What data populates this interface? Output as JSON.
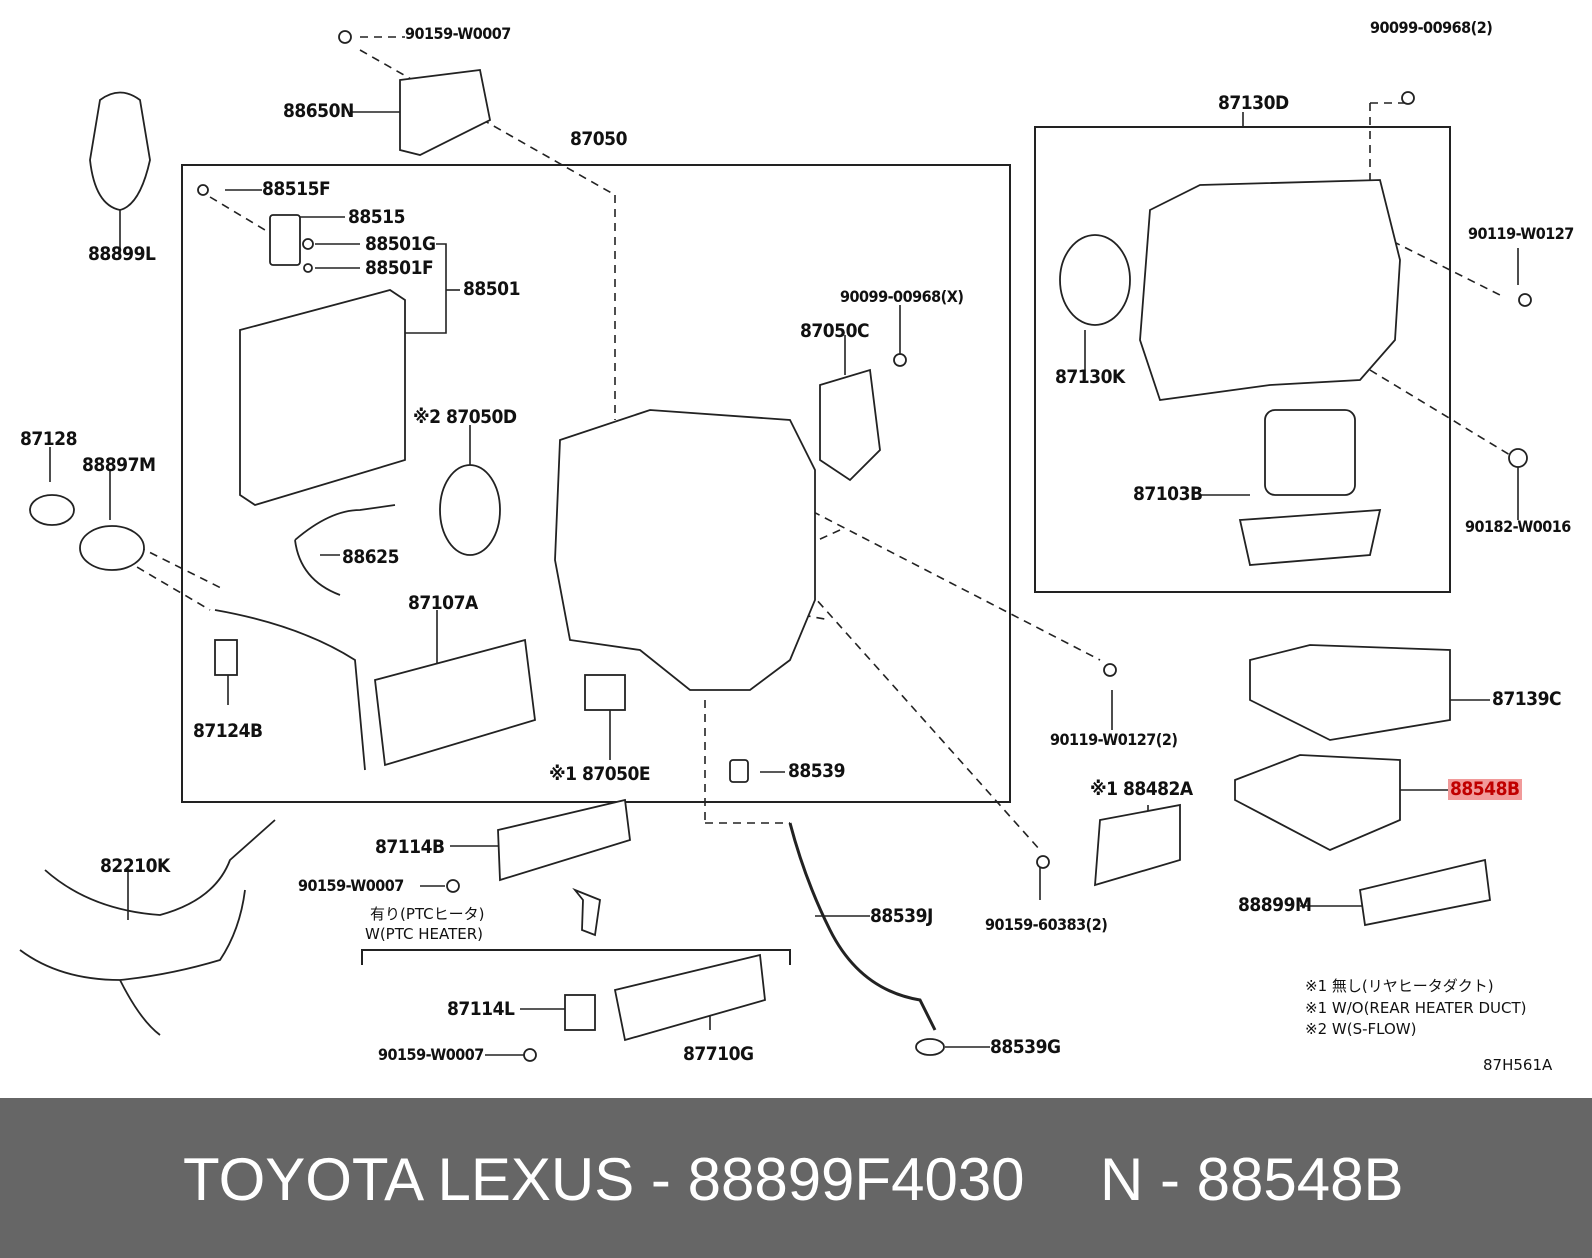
{
  "diagram": {
    "labels": {
      "p90159_w0007_top": "90159-W0007",
      "p90099_00968_2": "90099-00968(2)",
      "p88650N": "88650N",
      "p87050": "87050",
      "p87130D": "87130D",
      "p88899L": "88899L",
      "p88515F": "88515F",
      "p88515": "88515",
      "p88501G": "88501G",
      "p88501F": "88501F",
      "p88501": "88501",
      "p90119_w0127": "90119-W0127",
      "p90099_00968_x": "90099-00968(X)",
      "p87050C": "87050C",
      "p87130K": "87130K",
      "p87128": "87128",
      "p88897M": "88897M",
      "p87050D": "※2 87050D",
      "p87103B": "87103B",
      "p90182_w0016": "90182-W0016",
      "p88625": "88625",
      "p87107A": "87107A",
      "p87139C": "87139C",
      "p87124B": "87124B",
      "p90119_w0127_2": "90119-W0127(2)",
      "p87050E": "※1 87050E",
      "p88539": "88539",
      "p88482A": "※1 88482A",
      "p88548B": "88548B",
      "p87114B": "87114B",
      "p82210K": "82210K",
      "p90159_w0007_mid": "90159-W0007",
      "p88539J": "88539J",
      "p90159_60383_2": "90159-60383(2)",
      "p88899M": "88899M",
      "p87114L": "87114L",
      "p90159_w0007_bot": "90159-W0007",
      "p87710G": "87710G",
      "p88539G": "88539G",
      "drawing_code": "87H561A"
    },
    "ptc_note": {
      "jp": "有り(PTCヒータ)",
      "en": "W(PTC HEATER)"
    },
    "legend": {
      "line1": "※1 無し(リヤヒータダクト)",
      "line2": "※1 W/O(REAR HEATER DUCT)",
      "line3": "※2 W(S-FLOW)"
    },
    "highlight_color": "#f19a9a"
  },
  "footer": {
    "brand": "TOYOTA LEXUS - 88899F4030",
    "part": "N - 88548B"
  }
}
